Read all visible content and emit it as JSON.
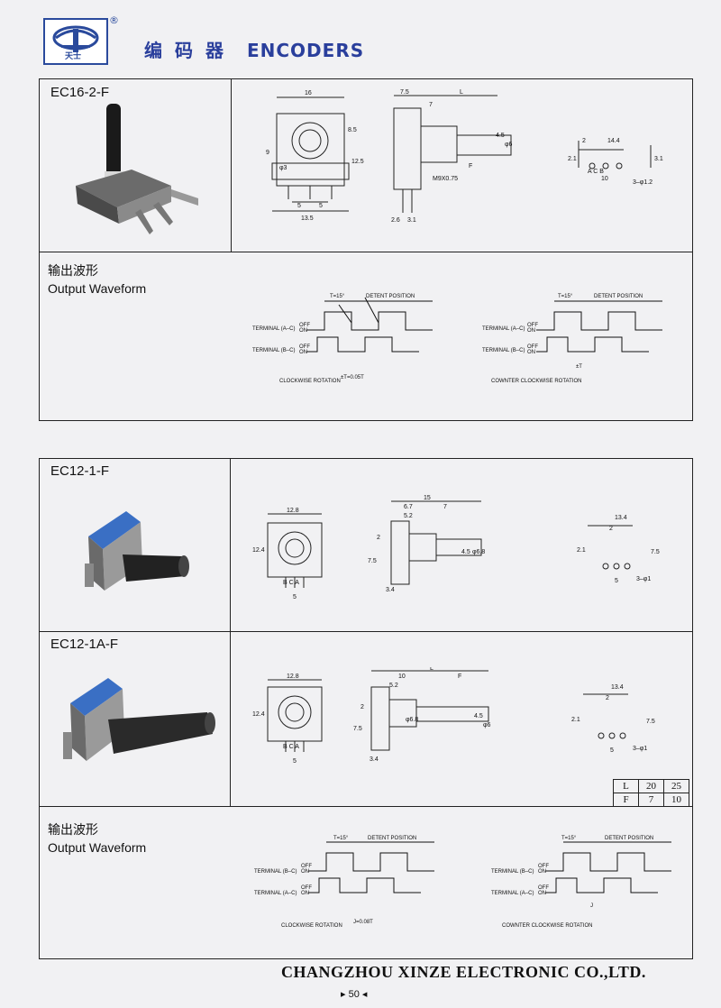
{
  "header": {
    "logo_text": "天士",
    "logo_reg": "®",
    "title_cn": "编码器",
    "title_en": "ENCODERS"
  },
  "sections": [
    {
      "model": "EC16-2-F"
    },
    {
      "model": "EC12-1-F"
    },
    {
      "model": "EC12-1A-F"
    }
  ],
  "waveform_labels": {
    "cn": "输出波形",
    "en": "Output  Waveform"
  },
  "waveform1": {
    "left": {
      "t": "T=15°",
      "detent": "DETENT POSITION",
      "ch1": "TERMINAL (A–C)",
      "ch2": "TERMINAL (B–C)",
      "off": "OFF",
      "on": "ON",
      "rot": "CLOCKWISE ROTATION",
      "tval": "±T=0.05T"
    },
    "right": {
      "t": "T=15°",
      "detent": "DETENT POSITION",
      "ch1": "TERMINAL (A–C)",
      "ch2": "TERMINAL (B–C)",
      "off": "OFF",
      "on": "ON",
      "rot": "COWNTER CLOCKWISE ROTATION",
      "tval": "±T"
    }
  },
  "waveform2": {
    "left": {
      "t": "T=15°",
      "detent": "DETENT POSITION",
      "ch1": "TERMINAL (B–C)",
      "ch2": "TERMINAL (A–C)",
      "off": "OFF",
      "on": "ON",
      "rot": "CLOCKWISE ROTATION",
      "tval": "J=0.08T"
    },
    "right": {
      "t": "T=15°",
      "detent": "DETENT POSITION",
      "ch1": "TERMINAL (B–C)",
      "ch2": "TERMINAL (A–C)",
      "off": "OFF",
      "on": "ON",
      "rot": "COWNTER CLOCKWISE ROTATION",
      "tval": "J"
    }
  },
  "dims": {
    "ec16": {
      "w16": "16",
      "h8_5": "8.5",
      "h9": "9",
      "h12_5": "12.5",
      "d3": "φ3",
      "s5a": "5",
      "s5b": "5",
      "w13_5": "13.5",
      "l7_5": "7.5",
      "l7": "7",
      "L": "L",
      "F": "F",
      "d4_5": "4.5",
      "d6": "φ6",
      "m": "M9X0.75",
      "s2_6": "2.6",
      "s3_1": "3.1",
      "p2": "2",
      "p14_4": "14.4",
      "p2_1": "2.1",
      "p10": "10",
      "p3_1": "3.1",
      "holes": "3–φ1.2",
      "pins": "A C B"
    },
    "ec12a": {
      "w12_8": "12.8",
      "h12_4": "12.4",
      "s5": "5",
      "pins": "B C A",
      "w15": "15",
      "w6_7": "6.7",
      "w5_2": "5.2",
      "w7": "7",
      "h2": "2",
      "h7_5": "7.5",
      "d4_5": "4.5",
      "d6_8": "φ6.8",
      "s3_4": "3.4",
      "p13_4": "13.4",
      "p2": "2",
      "p2_1": "2.1",
      "p7_5": "7.5",
      "p5": "5",
      "holes": "3–φ1"
    },
    "ec12b": {
      "w12_8": "12.8",
      "h12_4": "12.4",
      "s5": "5",
      "pins": "B C A",
      "w10": "10",
      "L": "L",
      "F": "F",
      "w5_2": "5.2",
      "h2": "2",
      "h7_5": "7.5",
      "d6_8": "φ6.8",
      "d4_5": "4.5",
      "d6": "φ6",
      "s3_4": "3.4",
      "p13_4": "13.4",
      "p2": "2",
      "p2_1": "2.1",
      "p7_5": "7.5",
      "p5": "5",
      "holes": "3–φ1"
    }
  },
  "lf_table": {
    "rows": [
      [
        "L",
        "20",
        "25"
      ],
      [
        "F",
        "7",
        "10"
      ]
    ]
  },
  "footer": {
    "company": "CHANGZHOU XINZE ELECTRONIC CO.,LTD.",
    "page": "▸ 50 ◂"
  }
}
